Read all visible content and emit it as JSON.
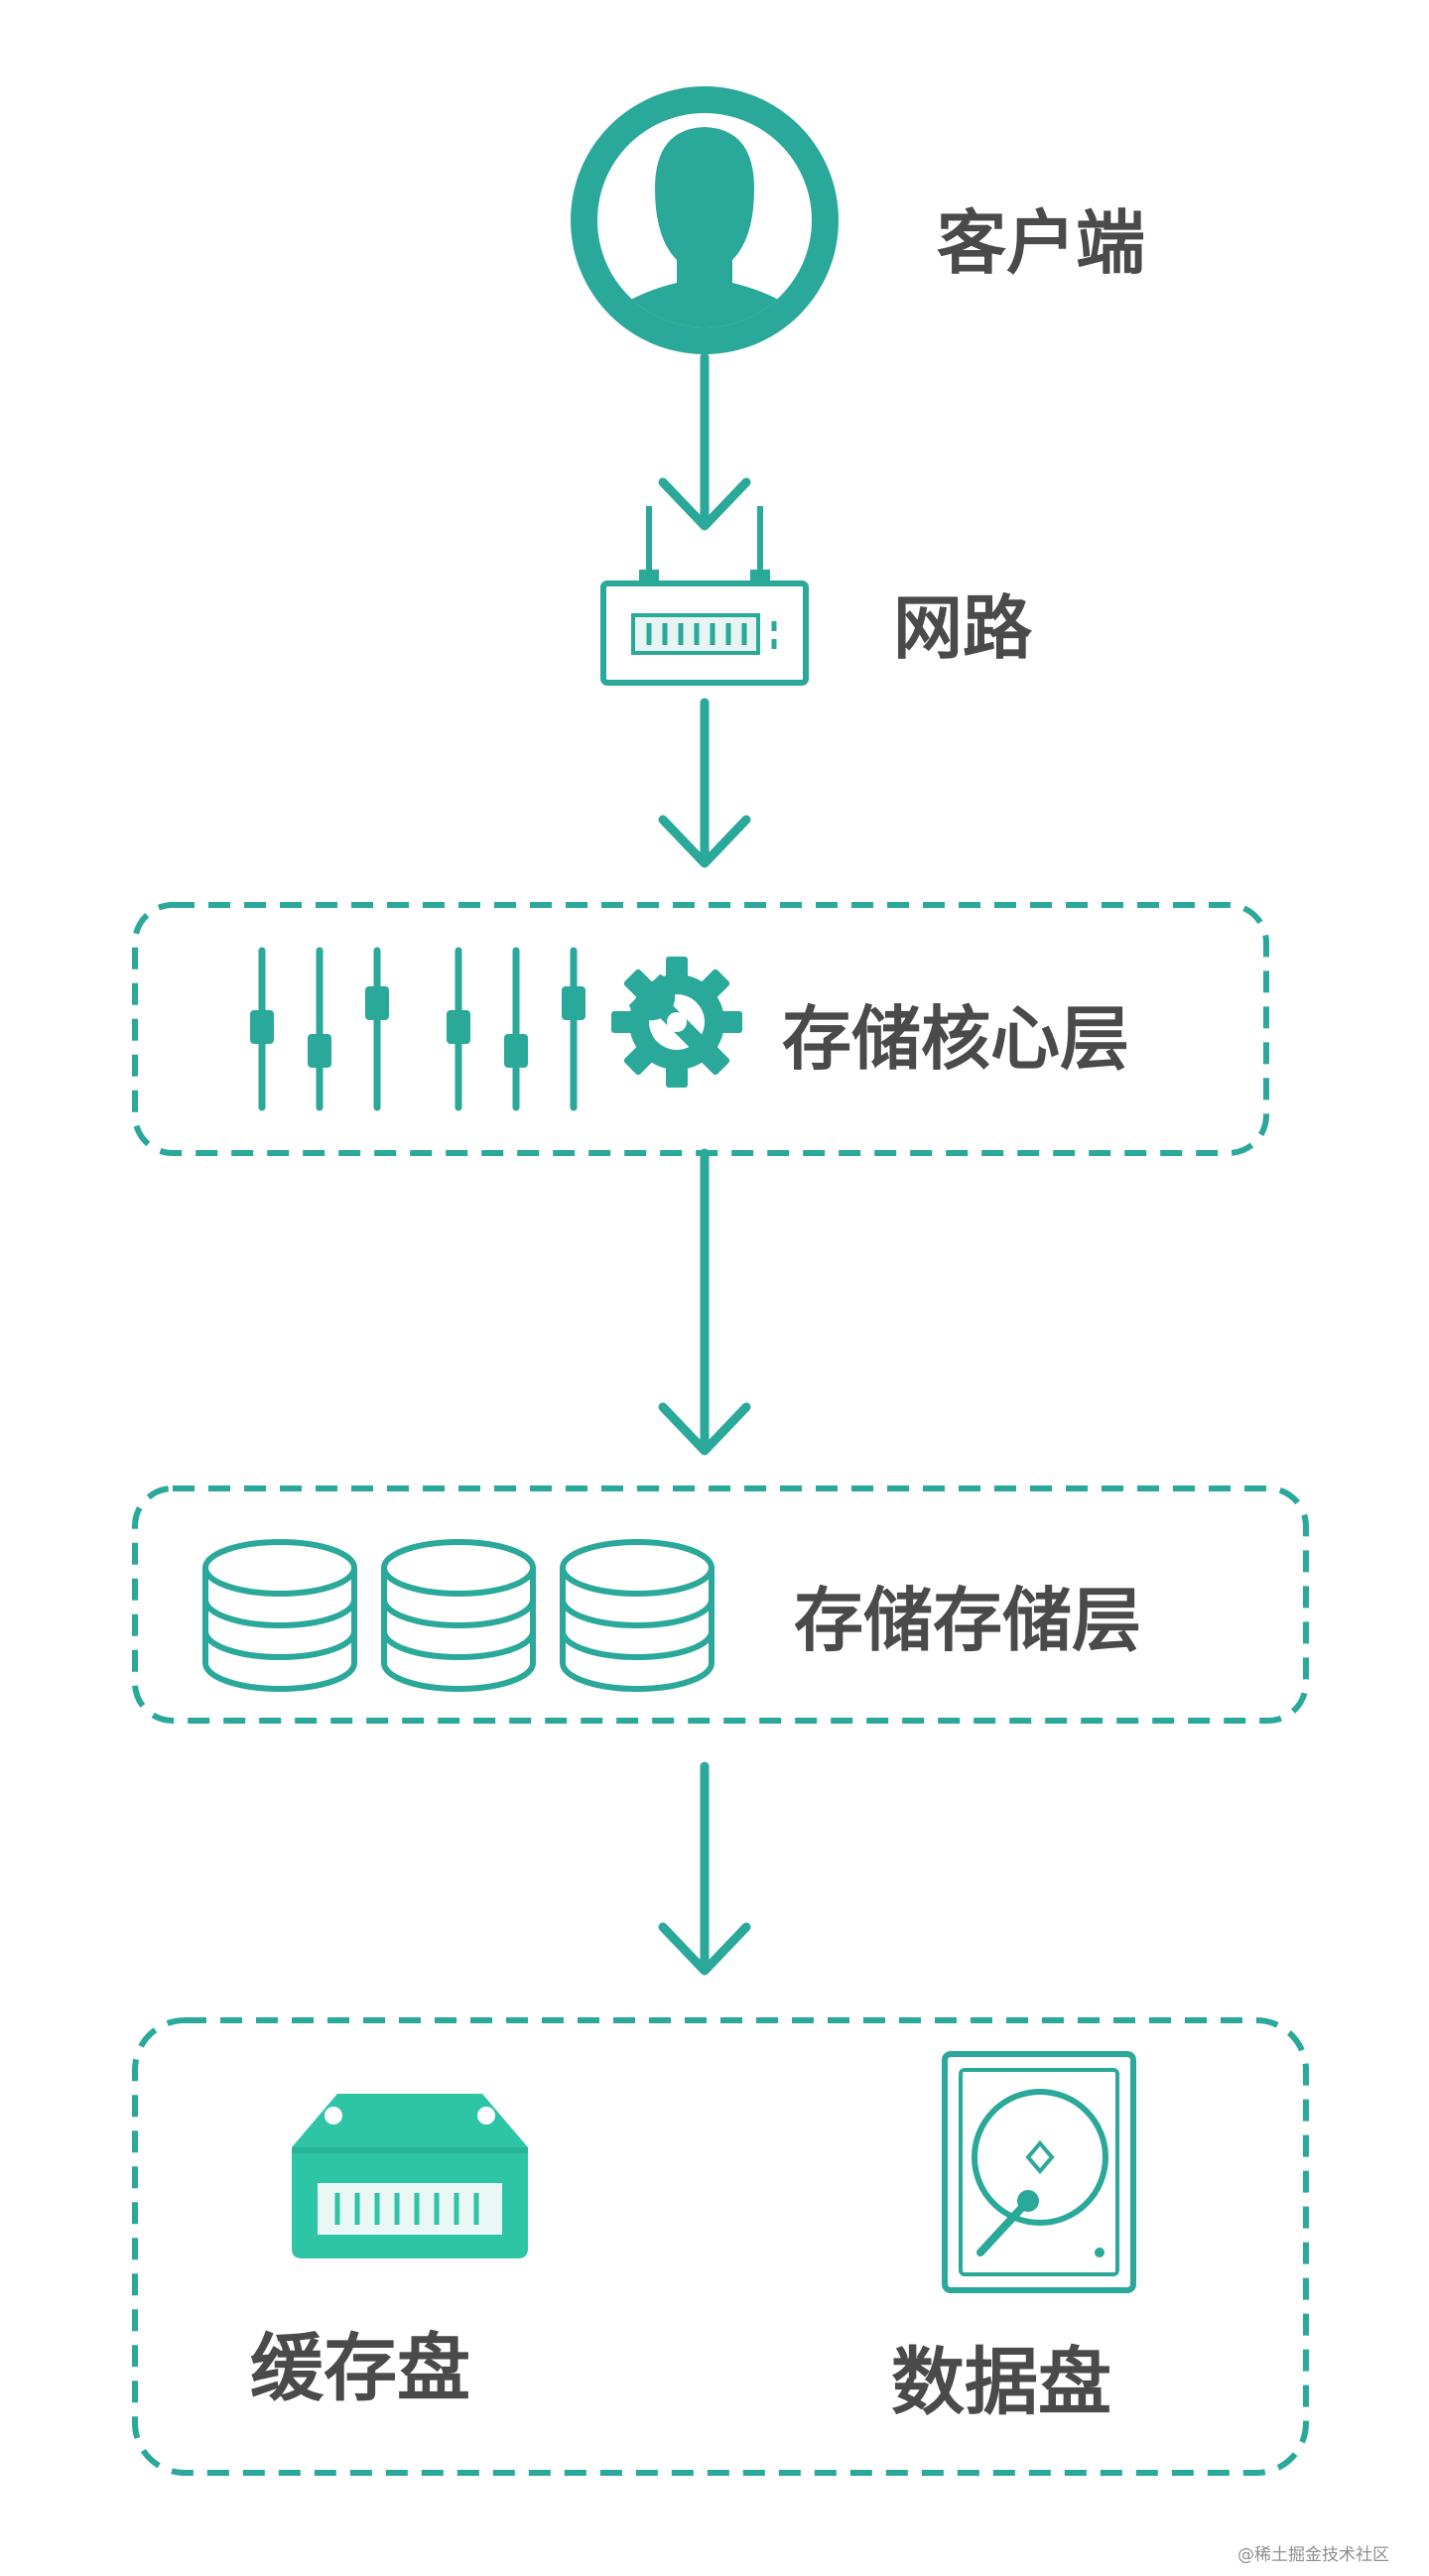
{
  "nodes": {
    "client": {
      "label": "客户端",
      "icon": "user-avatar-icon"
    },
    "network": {
      "label": "网路",
      "icon": "router-icon"
    },
    "core_layer": {
      "label": "存储核心层",
      "icon": "settings-sliders-icon"
    },
    "storage_layer": {
      "label": "存储存储层",
      "icon": "database-icon"
    },
    "cache_disk": {
      "label": "缓存盘",
      "icon": "ssd-drive-icon"
    },
    "data_disk": {
      "label": "数据盘",
      "icon": "hard-disk-icon"
    }
  },
  "watermark": "@稀土掘金技术社区",
  "colors": {
    "accent": "#2aa89a",
    "text": "#4a4a4a",
    "background": "#ffffff"
  }
}
